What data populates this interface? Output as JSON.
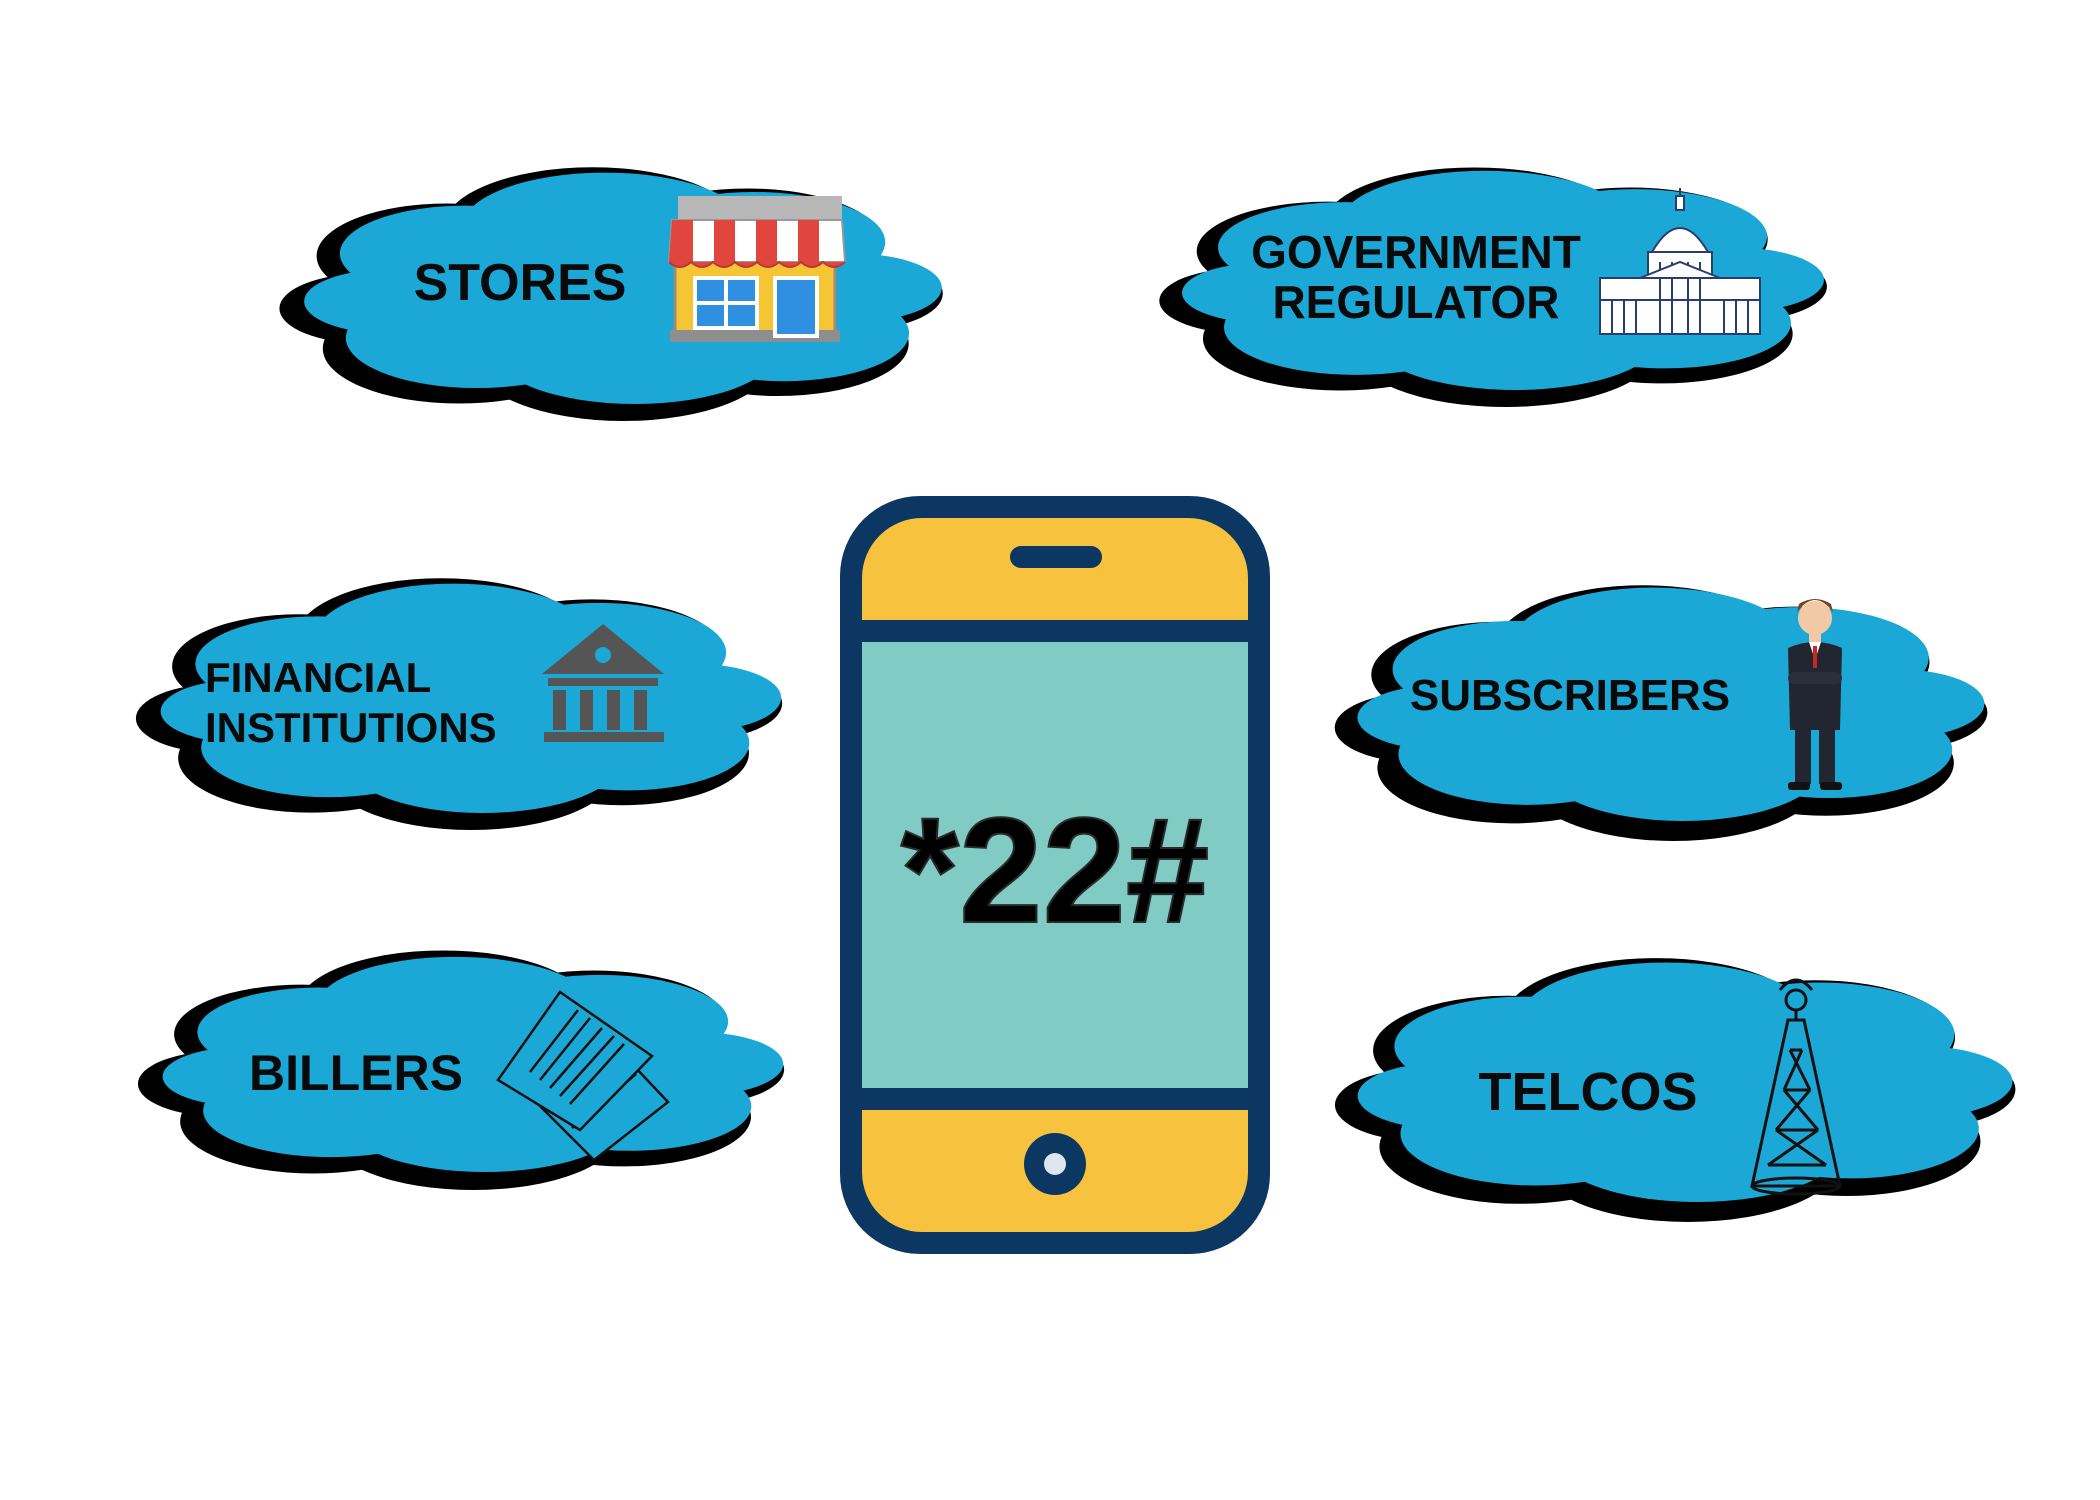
{
  "colors": {
    "cloud_fill": "#1ba8d6",
    "cloud_outline": "#000000",
    "phone_frame": "#0c3763",
    "phone_yellow": "#f7c23d",
    "phone_screen": "#80cbc4",
    "code_text": "#000000"
  },
  "phone": {
    "code": "*22#"
  },
  "clouds": {
    "stores": {
      "lines": [
        "STORES"
      ],
      "icon": "storefront-icon"
    },
    "government": {
      "lines": [
        "GOVERNMENT",
        "REGULATOR"
      ],
      "icon": "capitol-building-icon"
    },
    "financial": {
      "lines": [
        "FINANCIAL",
        "INSTITUTIONS"
      ],
      "icon": "bank-icon"
    },
    "subscribers": {
      "lines": [
        "SUBSCRIBERS"
      ],
      "icon": "businessman-icon"
    },
    "billers": {
      "lines": [
        "BILLERS"
      ],
      "icon": "bills-icon"
    },
    "telcos": {
      "lines": [
        "TELCOS"
      ],
      "icon": "radio-tower-icon"
    }
  }
}
